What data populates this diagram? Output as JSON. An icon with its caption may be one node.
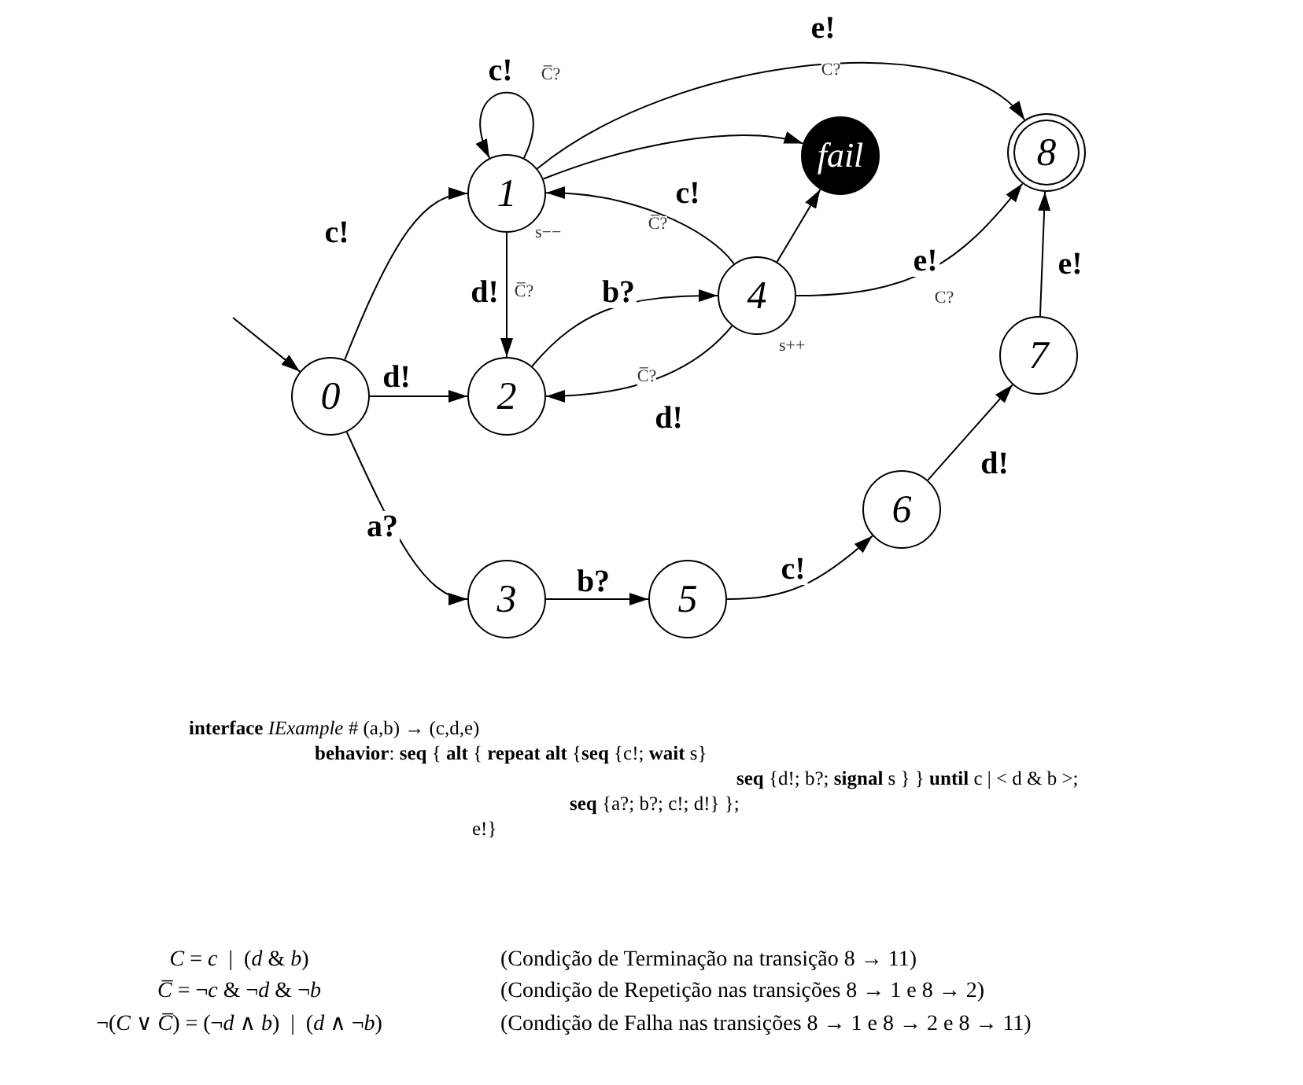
{
  "diagram": {
    "nodes": [
      {
        "text": [
          "0"
        ]
      },
      {
        "text": [
          "1"
        ],
        "beside": [
          "s−−"
        ]
      },
      {
        "text": [
          "2"
        ]
      },
      {
        "text": [
          "3"
        ]
      },
      {
        "text": [
          "4"
        ],
        "beside": [
          "s++"
        ]
      },
      {
        "text": [
          "5"
        ]
      },
      {
        "text": [
          "6"
        ]
      },
      {
        "text": [
          "7"
        ]
      },
      {
        "text": [
          "8"
        ]
      },
      {
        "text": [
          "fail"
        ]
      }
    ],
    "edges": [
      {
        "from": null,
        "to": 0,
        "arrow": "to"
      },
      {
        "from": 0,
        "to": 1,
        "arrow": "to",
        "label": "c!"
      },
      {
        "from": 0,
        "to": 2,
        "arrow": "to",
        "label": "d!"
      },
      {
        "from": 0,
        "to": 3,
        "arrow": "to",
        "label": "a?"
      },
      {
        "from": 1,
        "to": 1,
        "arrow": "to",
        "label": "c!"
      },
      {
        "from": 1,
        "to": 8,
        "arrow": "to",
        "label": "e!"
      },
      {
        "from": 1,
        "to": 9,
        "arrow": "to"
      },
      {
        "from": 1,
        "to": 2,
        "arrow": "to",
        "label": "d!"
      },
      {
        "from": 4,
        "to": 1,
        "arrow": "to",
        "label": "c!"
      },
      {
        "from": 2,
        "to": 4,
        "arrow": "to",
        "label": "b?"
      },
      {
        "from": 4,
        "to": 2,
        "arrow": "to",
        "label": "d!"
      },
      {
        "from": 4,
        "to": 9,
        "arrow": "to"
      },
      {
        "from": 4,
        "to": 8,
        "arrow": "to",
        "label": "e!"
      },
      {
        "from": 3,
        "to": 5,
        "arrow": "to",
        "label": "b?"
      },
      {
        "from": 5,
        "to": 6,
        "arrow": "to",
        "label": "c!"
      },
      {
        "from": 6,
        "to": 7,
        "arrow": "to",
        "label": "d!"
      },
      {
        "from": 7,
        "to": 8,
        "arrow": "to",
        "label": "e!"
      }
    ],
    "labels": [
      "C̅?",
      "C?",
      "C̅?",
      "C̅?",
      "C̅?",
      "C?",
      "**interface** *IExample* # (a,b) → (c,d,e)",
      "**behavior**: **seq** { **alt** { **repeat alt** {**seq** {c!; **wait** s}",
      "**seq** {d!; b?; **signal** s } } **until** c | < d & b >;",
      "**seq** {a?; b?; c!; d!} };",
      "e!}",
      "*C* = *c*  |  (*d* & *b*)",
      "(Condição de Terminação na transição 8 → 11)",
      "*C̅* = ¬*c* & ¬*d* & ¬*b*",
      "(Condição de Repetição nas transições 8 → 1 e 8 → 2)",
      "¬(*C* ∨ *C̅*) = (¬*d* ∧ *b*)  |  (*d* ∧ ¬*b*)",
      "(Condição de Falha nas transições 8 → 1 e 8 → 2 e 8 → 11)"
    ]
  }
}
